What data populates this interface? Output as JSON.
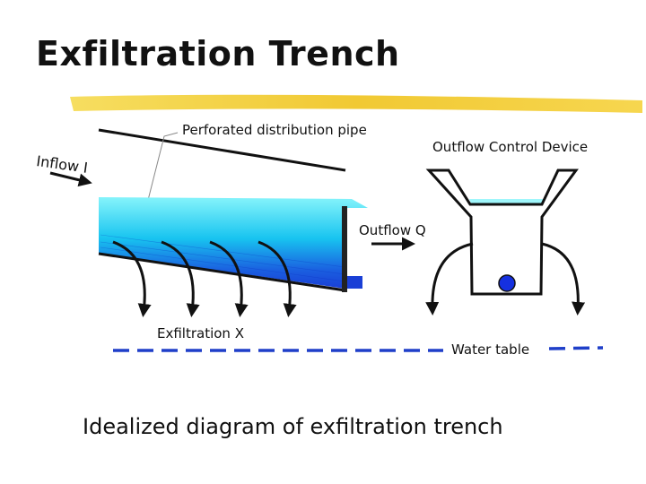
{
  "slide": {
    "title": "Exfiltration Trench",
    "caption": "Idealized diagram of exfiltration trench"
  },
  "diagram": {
    "labels": {
      "pipe": "Perforated distribution pipe",
      "inflow": "Inflow I",
      "outflow_device": "Outflow Control Device",
      "outflow": "Outflow Q",
      "exfiltration": "Exfiltration X",
      "water_table": "Water table"
    },
    "colors": {
      "water_dark": "#1a3fd6",
      "water_light": "#7ef3fb",
      "underline_highlight": "#f2cc2c",
      "water_table_line": "#1f3fc9",
      "valve_ball": "#1530e0"
    }
  }
}
